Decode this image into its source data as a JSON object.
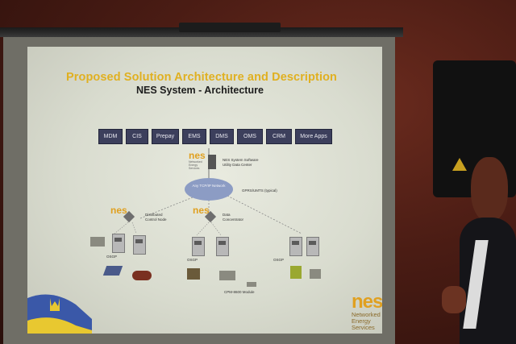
{
  "slide": {
    "title": "Proposed Solution Architecture and Description",
    "subtitle": "NES System - Architecture",
    "apps": [
      "MDM",
      "CIS",
      "Prepay",
      "EMS",
      "DMS",
      "OMS",
      "CRM",
      "More Apps"
    ],
    "server_logo": "nes",
    "server_logo_sub": "Networked Energy Services",
    "server_label": "NES System Software Utility Data Center",
    "network_label": "Any TCP/IP Network",
    "gprs_label": "GPRS/UMTS (typical)",
    "left_node_label": "Distributed Control Node",
    "center_node_label": "Data Concentrator",
    "osgp_label": "OSGP",
    "cpm_label": "CPM-8600 Module",
    "logo_nes": "nes",
    "logo_text": [
      "Networked",
      "Energy",
      "Services"
    ]
  },
  "colors": {
    "title": "#e0b020",
    "app_box": "#3c3f5c",
    "logo": "#e0a020",
    "cloud": "#8c9cc4"
  }
}
